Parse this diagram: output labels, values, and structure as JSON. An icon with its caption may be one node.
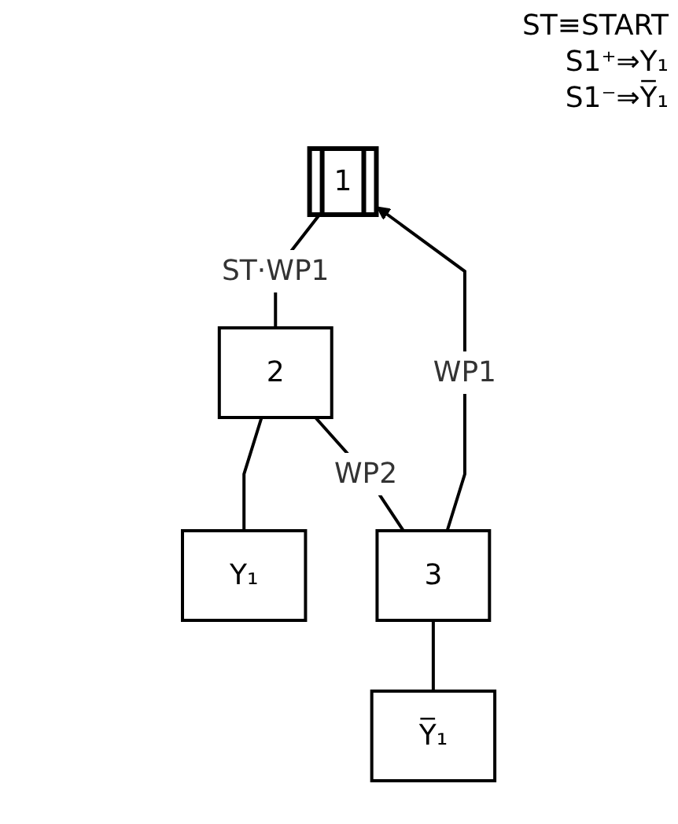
{
  "diagram": {
    "nodes": [
      {
        "text": [
          "1"
        ]
      },
      {
        "text": [
          "2"
        ]
      },
      {
        "text": [
          "Y₁"
        ]
      },
      {
        "text": [
          "3"
        ]
      },
      {
        "text": [
          "Y̅₁"
        ]
      }
    ],
    "edges": [
      {
        "from": 0,
        "to": 1,
        "arrow": "none",
        "label": "ST·WP1"
      },
      {
        "from": 1,
        "to": 2,
        "arrow": "none"
      },
      {
        "from": 1,
        "to": 3,
        "arrow": "none",
        "label": "WP2"
      },
      {
        "from": 3,
        "to": 4,
        "arrow": "none"
      },
      {
        "from": 3,
        "to": 0,
        "arrow": "to",
        "label": "WP1"
      }
    ],
    "labels": [
      "ST≡START",
      "S1⁺⇒Y₁",
      "S1⁻⇒Y̅₁"
    ]
  }
}
